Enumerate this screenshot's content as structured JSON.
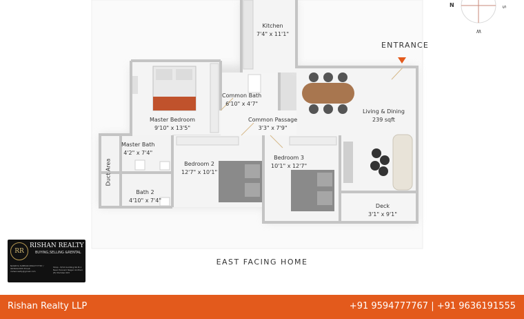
{
  "rooms": {
    "kitchen": {
      "name": "Kitchen",
      "dim": "7'4\" x 11'1\""
    },
    "master_bedroom": {
      "name": "Master Bedroom",
      "dim": "9'10\" x 13'5\""
    },
    "common_bath": {
      "name": "Common Bath",
      "dim": "6'10\" x 4'7\""
    },
    "common_passage": {
      "name": "Common Passage",
      "dim": "3'3\" x 7'9\""
    },
    "living_dining": {
      "name": "Living & Dining",
      "area": "239 sqft"
    },
    "master_bath": {
      "name": "Master Bath",
      "dim": "4'2\" x 7'4\""
    },
    "bedroom2": {
      "name": "Bedroom 2",
      "dim": "12'7\" x 10'1\""
    },
    "bedroom3": {
      "name": "Bedroom 3",
      "dim": "10'1\" x 12'7\""
    },
    "duct_area": {
      "name": "Duct Area"
    },
    "bath2": {
      "name": "Bath 2",
      "dim": "4'10\" x 7'4\""
    },
    "deck": {
      "name": "Deck",
      "dim": "3'1\" x 9'1\""
    }
  },
  "entrance_label": "ENTRANCE",
  "caption": "EAST FACING HOME",
  "compass": {
    "n": "N",
    "s": "S",
    "w": "W"
  },
  "card": {
    "logo": "RR",
    "brand": "RISHAN REALTY",
    "tagline": "BUYING,SELLING &RENTAL",
    "contact": "NASRIYA SUBHAN 9594777767 / 9636191555 Email: rishanrealty@gmail.com",
    "address": "Shop - 8/12 building No B-1 Near Poonam Nagar Andheri (E) Mumbai 093"
  },
  "footer": {
    "company": "Rishan Realty LLP",
    "phones": "+91 9594777767 | +91 9636191555"
  },
  "colors": {
    "accent": "#e35a1c",
    "wall": "#c9c9c9",
    "floor": "#f3f3f3",
    "wood": "#a8764f",
    "bedcover": "#c0522c"
  }
}
